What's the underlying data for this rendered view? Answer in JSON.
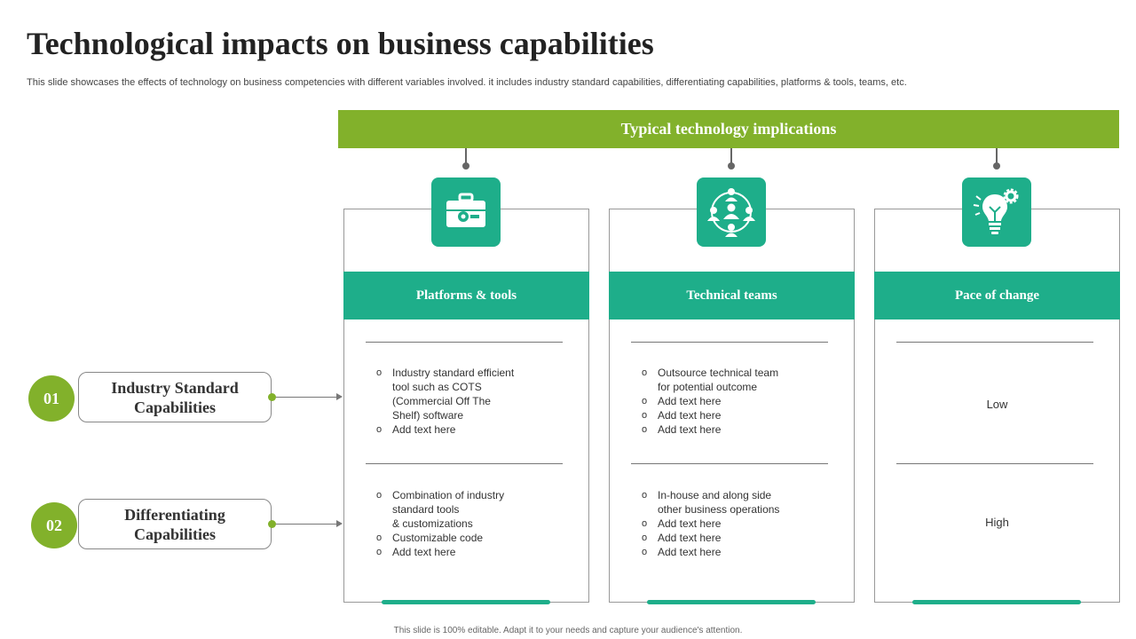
{
  "title": "Technological impacts on business capabilities",
  "subtitle": "This slide showcases the effects of technology on business competencies with different variables involved. it includes industry standard capabilities, differentiating capabilities, platforms & tools, teams, etc.",
  "banner": "Typical technology implications",
  "rows": [
    {
      "number": "01",
      "label": "Industry Standard Capabilities"
    },
    {
      "number": "02",
      "label": "Differentiating Capabilities"
    }
  ],
  "columns": [
    {
      "header": "Platforms & tools",
      "icon": "toolbox-icon",
      "cells": [
        {
          "items": [
            [
              "Industry standard efficient",
              "tool such as COTS",
              "(Commercial  Off  The",
              "Shelf) software"
            ],
            [
              "Add text here"
            ]
          ]
        },
        {
          "items": [
            [
              "Combination of industry",
              "standard tools",
              "& customizations"
            ],
            [
              "Customizable code"
            ],
            [
              "Add text here"
            ]
          ]
        }
      ]
    },
    {
      "header": "Technical teams",
      "icon": "team-network-icon",
      "cells": [
        {
          "items": [
            [
              "Outsource technical team",
              "for potential outcome"
            ],
            [
              "Add text here"
            ],
            [
              "Add text here"
            ],
            [
              "Add text here"
            ]
          ]
        },
        {
          "items": [
            [
              "In-house and along side",
              "other business operations"
            ],
            [
              "Add text here"
            ],
            [
              "Add text here"
            ],
            [
              "Add text here"
            ]
          ]
        }
      ]
    },
    {
      "header": "Pace of change",
      "icon": "lightbulb-gear-icon",
      "cells": [
        {
          "value": "Low"
        },
        {
          "value": "High"
        }
      ]
    }
  ],
  "footer": "This slide is 100% editable.  Adapt it to your needs and capture your audience's attention.",
  "colors": {
    "accent_green": "#82b12b",
    "teal": "#1eae8a"
  }
}
